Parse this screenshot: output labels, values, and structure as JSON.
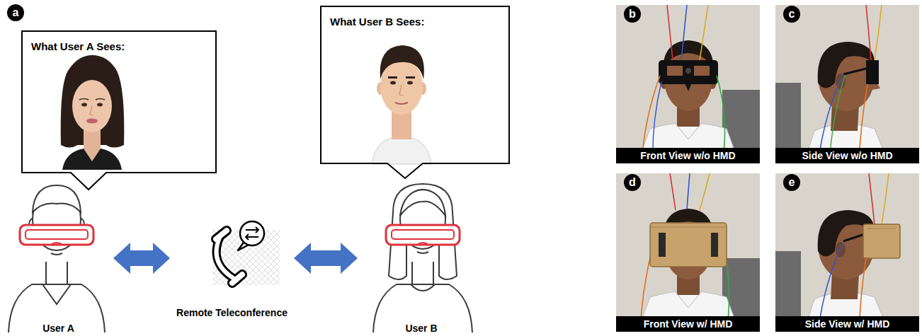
{
  "diagram": {
    "nodes": [
      {
        "text": [
          "What User A Sees:"
        ]
      },
      {
        "text": [
          "What User B Sees:"
        ]
      },
      {
        "text": [
          "User A"
        ]
      },
      {
        "text": [
          "Remote Teleconference"
        ]
      },
      {
        "text": [
          "User B"
        ]
      },
      {
        "text": [
          "Front View w/o HMD"
        ]
      },
      {
        "text": [
          "Side View w/o HMD"
        ]
      },
      {
        "text": [
          "Front View w/ HMD"
        ]
      },
      {
        "text": [
          "Side View w/ HMD"
        ]
      }
    ],
    "edges": [
      {
        "from": 2,
        "to": 3,
        "arrow": "both"
      },
      {
        "from": 3,
        "to": 4,
        "arrow": "both"
      }
    ],
    "labels": [
      "a",
      "b",
      "c",
      "d",
      "e"
    ]
  }
}
